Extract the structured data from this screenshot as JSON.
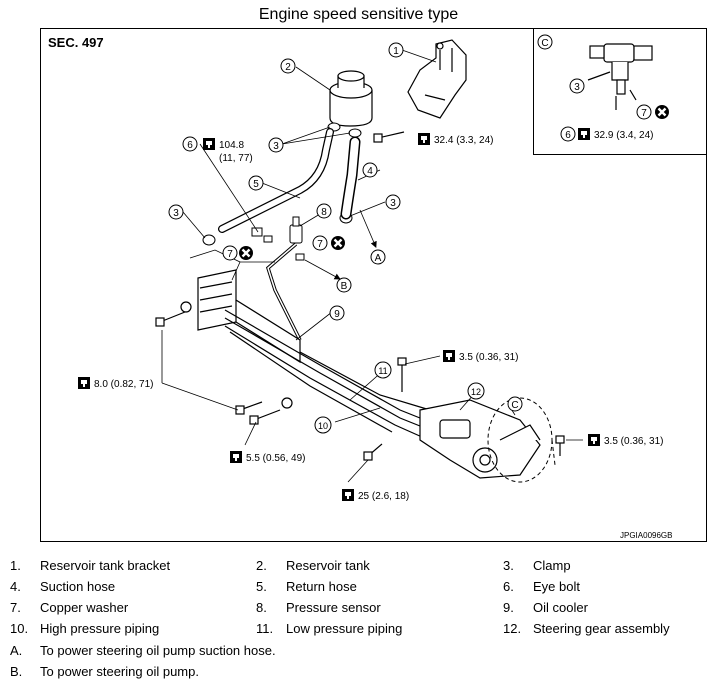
{
  "title": "Engine speed sensitive type",
  "section": "SEC. 497",
  "document_id": "JPGIA0096GB",
  "inset_label": "C",
  "callouts": {
    "c1": "1",
    "c2": "2",
    "c3a": "3",
    "c3b": "3",
    "c3c": "3",
    "c3d": "3",
    "c4": "4",
    "c5": "5",
    "c6a": "6",
    "c6b": "6",
    "c7a": "7",
    "c7b": "7",
    "c7c": "7",
    "c8": "8",
    "c9": "9",
    "c10": "10",
    "c11": "11",
    "c12": "12",
    "cA": "A",
    "cB": "B",
    "cC": "C"
  },
  "torques": {
    "t1": "104.8",
    "t1b": "(11, 77)",
    "t2": "32.4 (3.3, 24)",
    "t3": "32.9 (3.4, 24)",
    "t4": "3.5 (0.36, 31)",
    "t5": "8.0 (0.82, 71)",
    "t6": "3.5 (0.36, 31)",
    "t7": "5.5 (0.56, 49)",
    "t8": "25 (2.6, 18)"
  },
  "legend": [
    {
      "num": "1.",
      "text": "Reservoir tank bracket"
    },
    {
      "num": "2.",
      "text": "Reservoir tank"
    },
    {
      "num": "3.",
      "text": "Clamp"
    },
    {
      "num": "4.",
      "text": "Suction hose"
    },
    {
      "num": "5.",
      "text": "Return hose"
    },
    {
      "num": "6.",
      "text": "Eye bolt"
    },
    {
      "num": "7.",
      "text": "Copper washer"
    },
    {
      "num": "8.",
      "text": "Pressure sensor"
    },
    {
      "num": "9.",
      "text": "Oil cooler"
    },
    {
      "num": "10.",
      "text": "High pressure piping"
    },
    {
      "num": "11.",
      "text": "Low pressure piping"
    },
    {
      "num": "12.",
      "text": "Steering gear assembly"
    },
    {
      "num": "A.",
      "text": "To power steering oil pump suction hose."
    },
    {
      "num": "B.",
      "text": "To power steering oil pump."
    }
  ]
}
